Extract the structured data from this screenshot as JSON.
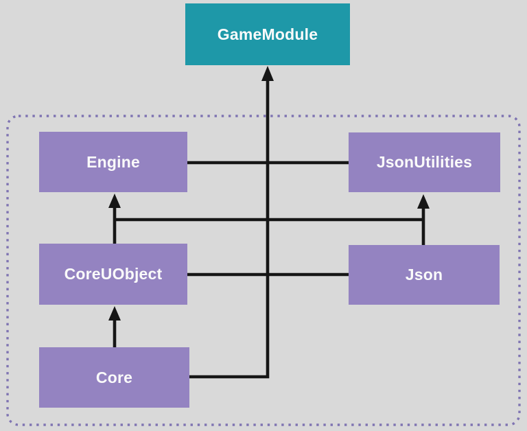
{
  "diagram": {
    "nodes": [
      {
        "id": "GameModule",
        "label": "GameModule",
        "kind": "game-module"
      },
      {
        "id": "Engine",
        "label": "Engine",
        "kind": "engine-module"
      },
      {
        "id": "JsonUtilities",
        "label": "JsonUtilities",
        "kind": "engine-module"
      },
      {
        "id": "CoreUObject",
        "label": "CoreUObject",
        "kind": "engine-module"
      },
      {
        "id": "Json",
        "label": "Json",
        "kind": "engine-module"
      },
      {
        "id": "Core",
        "label": "Core",
        "kind": "engine-module"
      }
    ],
    "edges": [
      {
        "from": "Core",
        "to": "CoreUObject",
        "type": "arrow"
      },
      {
        "from": "CoreUObject",
        "to": "Engine",
        "type": "arrow"
      },
      {
        "from": "Json",
        "to": "JsonUtilities",
        "type": "arrow"
      },
      {
        "from": "Core",
        "to": "GameModule",
        "type": "arrow"
      },
      {
        "from": "Engine",
        "to": "JsonUtilities",
        "type": "line"
      },
      {
        "from": "CoreUObject",
        "to": "Json",
        "type": "line"
      },
      {
        "from": "CoreUObject",
        "to": "JsonUtilities",
        "type": "line"
      }
    ],
    "group": {
      "contains": [
        "Engine",
        "JsonUtilities",
        "CoreUObject",
        "Json",
        "Core"
      ],
      "style": "dotted-rounded-rect"
    }
  },
  "colors": {
    "background": "#d9d9d9",
    "game-module-fill": "#1e98a8",
    "engine-module-fill": "#9483c1",
    "group-border": "#7f74b2",
    "connector": "#161616",
    "node-text": "#fafafa"
  }
}
